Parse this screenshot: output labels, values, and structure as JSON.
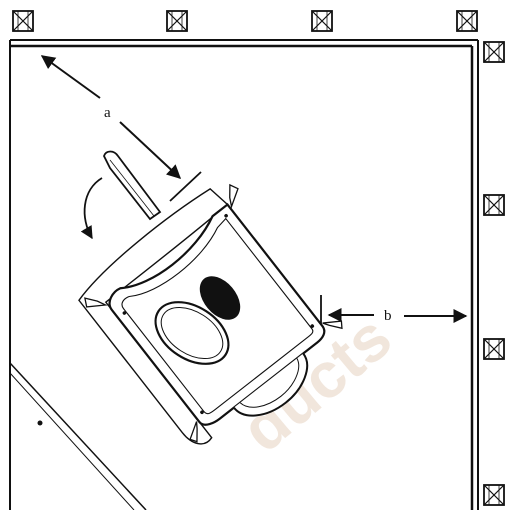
{
  "diagram": {
    "labels": {
      "a": "a",
      "b": "b"
    },
    "watermark": "ducts",
    "colors": {
      "ink": "#111111",
      "watermark": "#f1e6dc",
      "background": "#ffffff"
    },
    "icons": {
      "post": "boxed-x-post-icon",
      "rotation": "curved-arrow-icon"
    }
  }
}
